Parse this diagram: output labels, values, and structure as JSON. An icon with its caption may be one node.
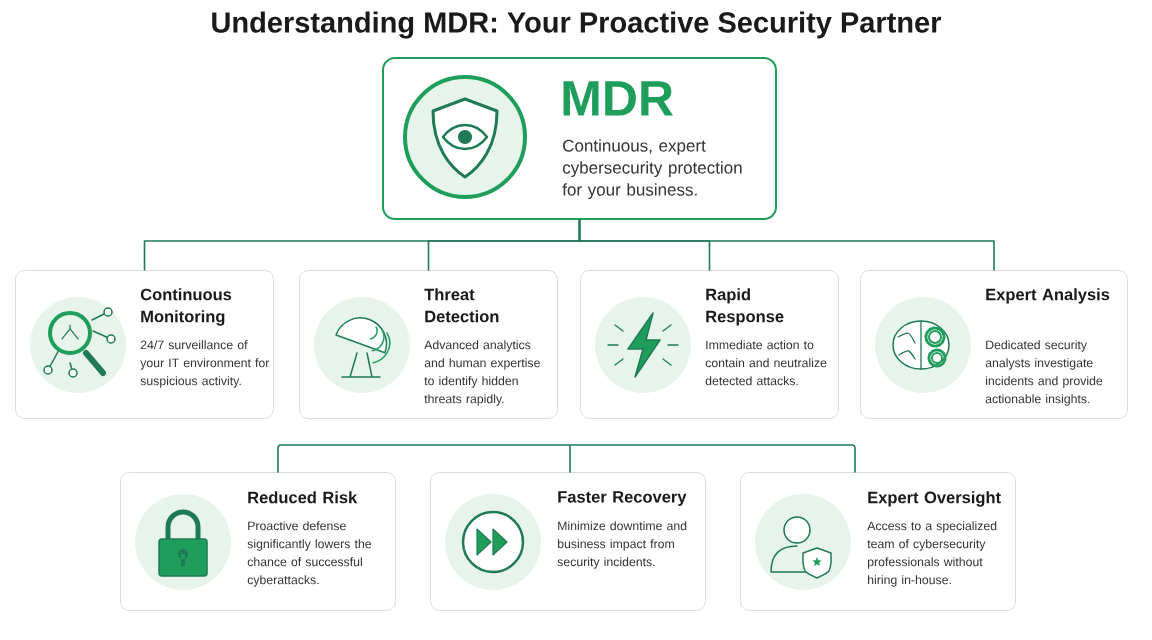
{
  "diagram": {
    "title": "Understanding MDR: Your Proactive Security Partner",
    "nodes": [
      {
        "text": [
          "MDR",
          "Continuous, expert cybersecurity protection for your business."
        ]
      },
      {
        "text": [
          "Continuous Monitoring",
          "24/7 surveillance of your IT environment for suspicious activity."
        ]
      },
      {
        "text": [
          "Threat Detection",
          "Advanced analytics and human expertise to identify hidden threats rapidly."
        ]
      },
      {
        "text": [
          "Rapid Response",
          "Immediate action to contain and neutralize detected attacks."
        ]
      },
      {
        "text": [
          "Expert Analysis",
          "Dedicated security analysts investigate incidents and provide actionable insights."
        ]
      },
      {
        "text": [
          "Reduced Risk",
          "Proactive defense significantly lowers the chance of successful cyberattacks."
        ]
      },
      {
        "text": [
          "Faster Recovery",
          "Minimize downtime and business impact from security incidents."
        ]
      },
      {
        "text": [
          "Expert Oversight",
          "Access to a specialized team of cybersecurity professionals without hiring in-house."
        ]
      }
    ],
    "edges": [
      {
        "from": 0,
        "to": 1,
        "arrow": "none"
      },
      {
        "from": 0,
        "to": 2,
        "arrow": "none"
      },
      {
        "from": 0,
        "to": 3,
        "arrow": "none"
      },
      {
        "from": 0,
        "to": 4,
        "arrow": "none"
      }
    ]
  }
}
